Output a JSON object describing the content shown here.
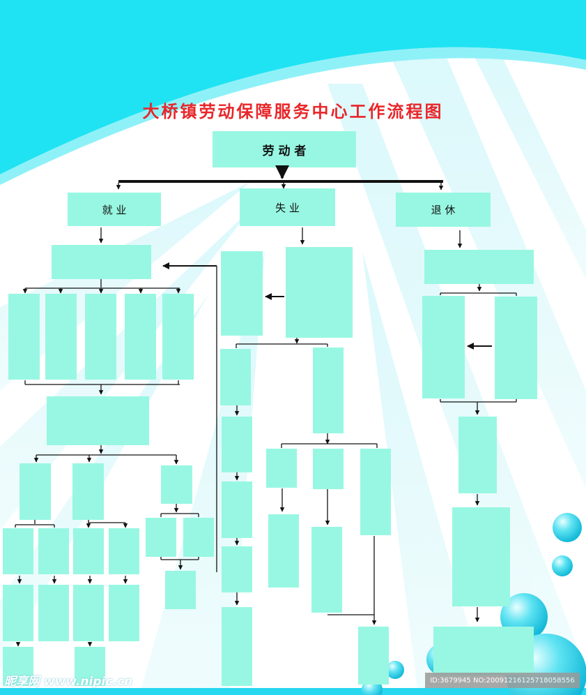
{
  "title": "大桥镇劳动保障服务中心工作流程图",
  "nodes": {
    "root": "劳 动 者",
    "employment": "就 业",
    "unemployment": "失 业",
    "retirement": "退 休"
  },
  "watermark": {
    "left": "昵享网 www.nipic.cn",
    "right": "ID:3679945 NO:20091216125718058556"
  },
  "colors": {
    "box_fill": "#98f7e2",
    "title": "#e8262a",
    "cyan": "#1fe3f2",
    "line": "#111111"
  }
}
